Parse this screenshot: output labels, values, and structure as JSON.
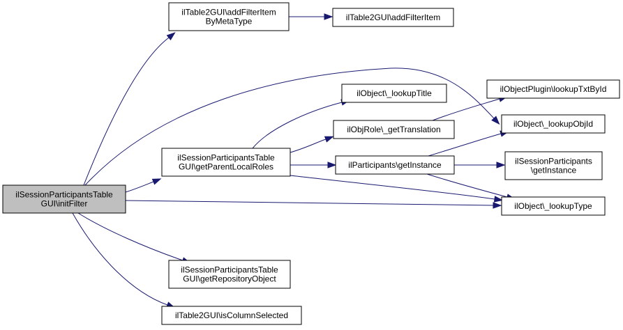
{
  "graph": {
    "nodes": {
      "root": [
        "ilSessionParticipantsTable",
        "GUI\\initFilter"
      ],
      "addFilterItemByMetaType": [
        "ilTable2GUI\\addFilterItem",
        "ByMetaType"
      ],
      "addFilterItem": [
        "ilTable2GUI\\addFilterItem"
      ],
      "lookupTitle": [
        "ilObject\\_lookupTitle"
      ],
      "lookupTxtById": [
        "ilObjectPlugin\\lookupTxtById"
      ],
      "getTranslation": [
        "ilObjRole\\_getTranslation"
      ],
      "lookupObjId": [
        "ilObject\\_lookupObjId"
      ],
      "getParentLocalRoles": [
        "ilSessionParticipantsTable",
        "GUI\\getParentLocalRoles"
      ],
      "participantsGetInstance": [
        "ilParticipants\\getInstance"
      ],
      "sessionParticipantsGetInstance": [
        "ilSessionParticipants",
        "\\getInstance"
      ],
      "lookupType": [
        "ilObject\\_lookupType"
      ],
      "getRepositoryObject": [
        "ilSessionParticipantsTable",
        "GUI\\getRepositoryObject"
      ],
      "isColumnSelected": [
        "ilTable2GUI\\isColumnSelected"
      ]
    },
    "edges": [
      [
        "root",
        "addFilterItemByMetaType"
      ],
      [
        "addFilterItemByMetaType",
        "addFilterItem"
      ],
      [
        "root",
        "lookupObjId"
      ],
      [
        "root",
        "getParentLocalRoles"
      ],
      [
        "root",
        "lookupType"
      ],
      [
        "root",
        "getRepositoryObject"
      ],
      [
        "root",
        "isColumnSelected"
      ],
      [
        "getParentLocalRoles",
        "lookupTitle"
      ],
      [
        "getParentLocalRoles",
        "getTranslation"
      ],
      [
        "getParentLocalRoles",
        "participantsGetInstance"
      ],
      [
        "getParentLocalRoles",
        "lookupType"
      ],
      [
        "getTranslation",
        "lookupTxtById"
      ],
      [
        "participantsGetInstance",
        "lookupObjId"
      ],
      [
        "participantsGetInstance",
        "sessionParticipantsGetInstance"
      ],
      [
        "participantsGetInstance",
        "lookupType"
      ]
    ]
  },
  "colors": {
    "edge": "#191970",
    "root_fill": "#bfbfbf",
    "node_fill": "#ffffff",
    "node_stroke": "#000000"
  }
}
